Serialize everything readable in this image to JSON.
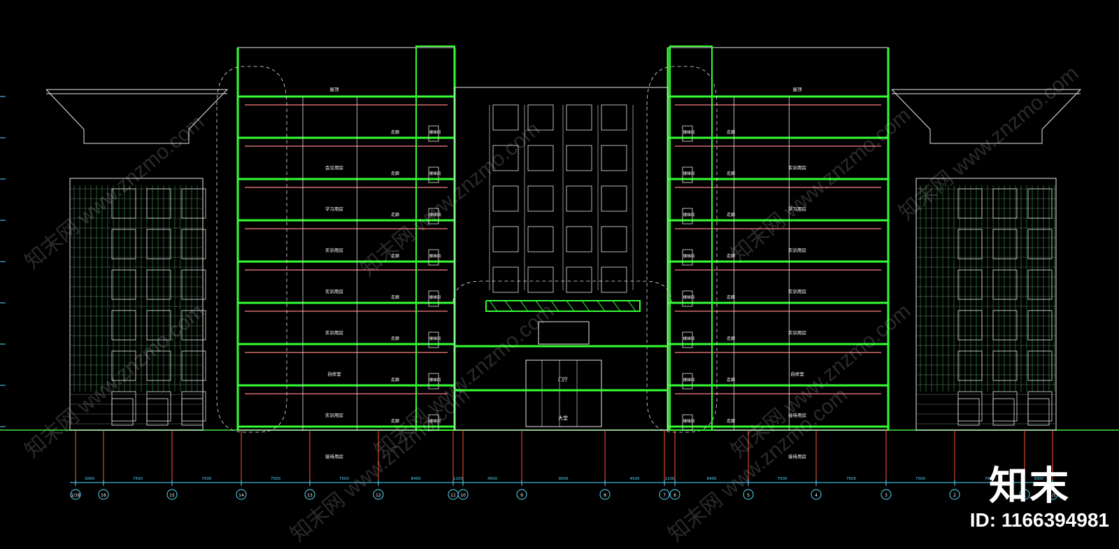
{
  "floor_rooms_left": [
    "屋顶",
    "会议用房",
    "学习用房",
    "实训用房",
    "实训用房",
    "实训用房",
    "自修室",
    "实训用房",
    "接待用房"
  ],
  "floor_rooms_right": [
    "屋顶",
    "实训用房",
    "学习用房",
    "实训用房",
    "实训用房",
    "实训用房",
    "自修室",
    "接待用房",
    "接待用房"
  ],
  "corridor_label": "走廊",
  "stair_label": "楼梯间",
  "center_lobby": "大堂",
  "center_hall": "门厅",
  "axis_labels": [
    "1/16",
    "16",
    "15",
    "14",
    "13",
    "12",
    "11",
    "10",
    "9",
    "8",
    "7",
    "6",
    "5",
    "4",
    "3",
    "2",
    "1",
    "1/1"
  ],
  "dimensions": [
    "3000",
    "7500",
    "7500",
    "7500",
    "7500",
    "8400",
    "1100",
    "4500",
    "9000",
    "4500",
    "1100",
    "8400",
    "7500",
    "7500",
    "7500",
    "7500",
    "3000"
  ],
  "brand": "知末",
  "image_id": "ID: 1166394981",
  "watermark": "知末网 www.znzmo.com",
  "colors": {
    "background": "#000000",
    "slab": "#33ff33",
    "beam": "#ff8080",
    "line": "#e8e8e8",
    "axis": "#ff5533",
    "dim": "#55ddff",
    "ground": "#33aa33"
  }
}
